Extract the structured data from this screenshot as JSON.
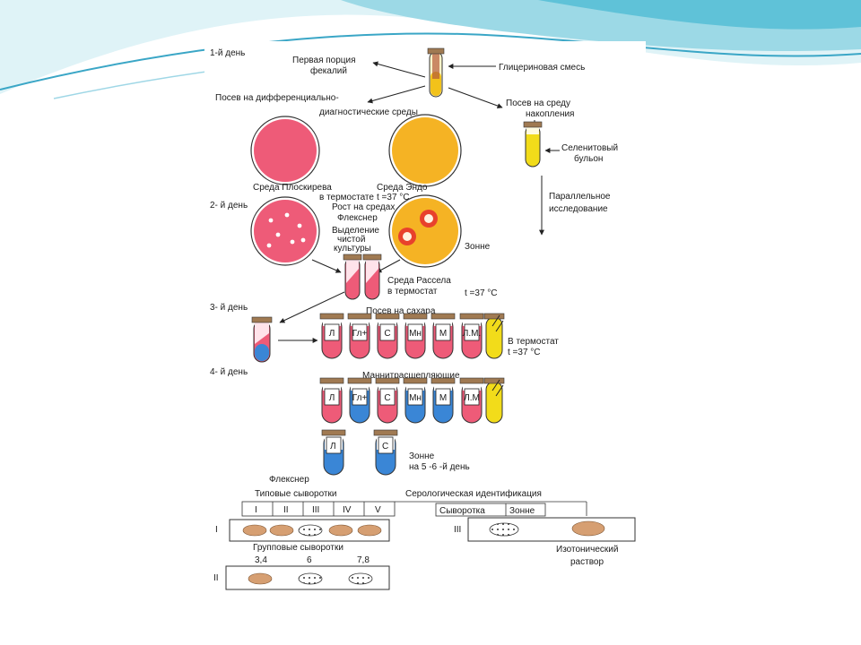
{
  "days": {
    "d1": "1-й день",
    "d2": "2- й день",
    "d3": "3- й день",
    "d4": "4- й день"
  },
  "top": {
    "feces_l1": "Первая порция",
    "feces_l2": "фекалий",
    "glycerin": "Глицериновая смесь",
    "diff_l1": "Посев на дифференциально-",
    "diff_l2": "диагностические среды",
    "accum_l1": "Посев на среду",
    "accum_l2": "накопления"
  },
  "media": {
    "ploskirev": "Среда  Плоскирева",
    "endo": "Среда   Эндо",
    "thermostat": "в термостате",
    "temp": "t =37 °C",
    "selenite_l1": "Селенитовый",
    "selenite_l2": "бульон",
    "parallel_l1": "Параллельное",
    "parallel_l2": "исследование"
  },
  "day2": {
    "growth_l1": "Рост на средах",
    "flexner": "Флекснер",
    "isolation_l1": "Выделение",
    "isolation_l2": "чистой",
    "isolation_l3": "культуры",
    "sonne": "Зонне",
    "russell": "Среда Рассела",
    "thermostat": "в термостат",
    "temp": "t =37 °C"
  },
  "day3": {
    "sugars": "Посев на сахара",
    "tube_labels": [
      "Л",
      "Гл+",
      "С",
      "Мн",
      "М",
      "Л.М."
    ],
    "thermostat": "В термостат",
    "temp": "t =37 °C"
  },
  "day4": {
    "mannitol": "Маннитрасщепляющие",
    "tube_labels": [
      "Л",
      "Гл+",
      "С",
      "Мн",
      "М",
      "Л.М"
    ],
    "bottom_l": "Л",
    "bottom_c": "С",
    "sonne": "Зонне",
    "day56": "на 5 -6 -й день"
  },
  "serology": {
    "flexner": "Флекснер",
    "typical": "Типовые   сыворотки",
    "title": "Серологическая идентификация",
    "roman": [
      "I",
      "II",
      "III",
      "IV",
      "V"
    ],
    "serum": "Сыворотка",
    "sonne": "Зонне",
    "row1": "I",
    "row2": "II",
    "row3": "III",
    "group": "Групповые   сыворотки",
    "g1": "3,4",
    "g2": "6",
    "g3": "7,8",
    "iso_l1": "Изотонический",
    "iso_l2": "раствор"
  },
  "colors": {
    "pink": "#ee5b78",
    "blue": "#3a86d6",
    "yellow": "#f2dc1a",
    "orange": "#f5b324",
    "cap": "#a07a52",
    "plate_tan": "#d69f72"
  }
}
